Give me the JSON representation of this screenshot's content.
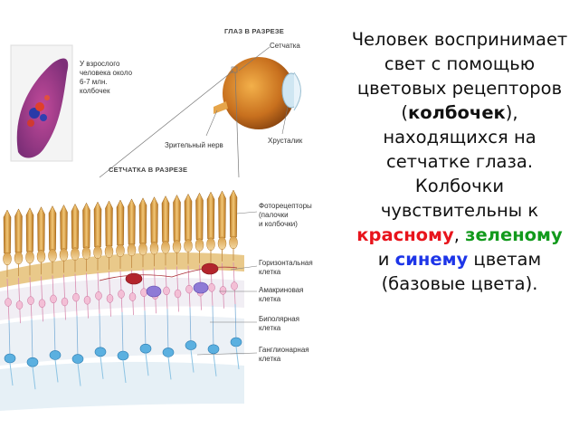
{
  "figure": {
    "heading_eye": "ГЛАЗ В РАЗРЕЗЕ",
    "heading_retina": "СЕТЧАТКА В РАЗРЕЗЕ",
    "inset_caption": "У взрослого\nчеловека около\n6-7 млн.\nколбочек",
    "label_retina": "Сетчатка",
    "label_lens": "Хрусталик",
    "label_optic_nerve": "Зрительный нерв",
    "label_photoreceptors": "Фоторецепторы\n(палочки\nи колбочки)",
    "label_horizontal": "Горизонтальная\nклетка",
    "label_amacrine": "Амакриновая\nклетка",
    "label_bipolar": "Биполярная\nклетка",
    "label_ganglion": "Ганглионарная\nклетка"
  },
  "text": {
    "p1_before": "Человек воспринимает свет с помощью цветовых рецепторов (",
    "p1_bold": "колбочек",
    "p1_after": "), находящихся на сетчатке глаза.",
    "p2_before": "Колбочки чувствительны к ",
    "red_word": "красному",
    "comma": ",",
    "green_word": "зеленому",
    "and_word": " и ",
    "blue_word": "синему",
    "p2_after": " цветам (базовые цвета)."
  },
  "colors": {
    "red": "#e8141c",
    "green": "#129a1c",
    "blue": "#1d35e8"
  }
}
